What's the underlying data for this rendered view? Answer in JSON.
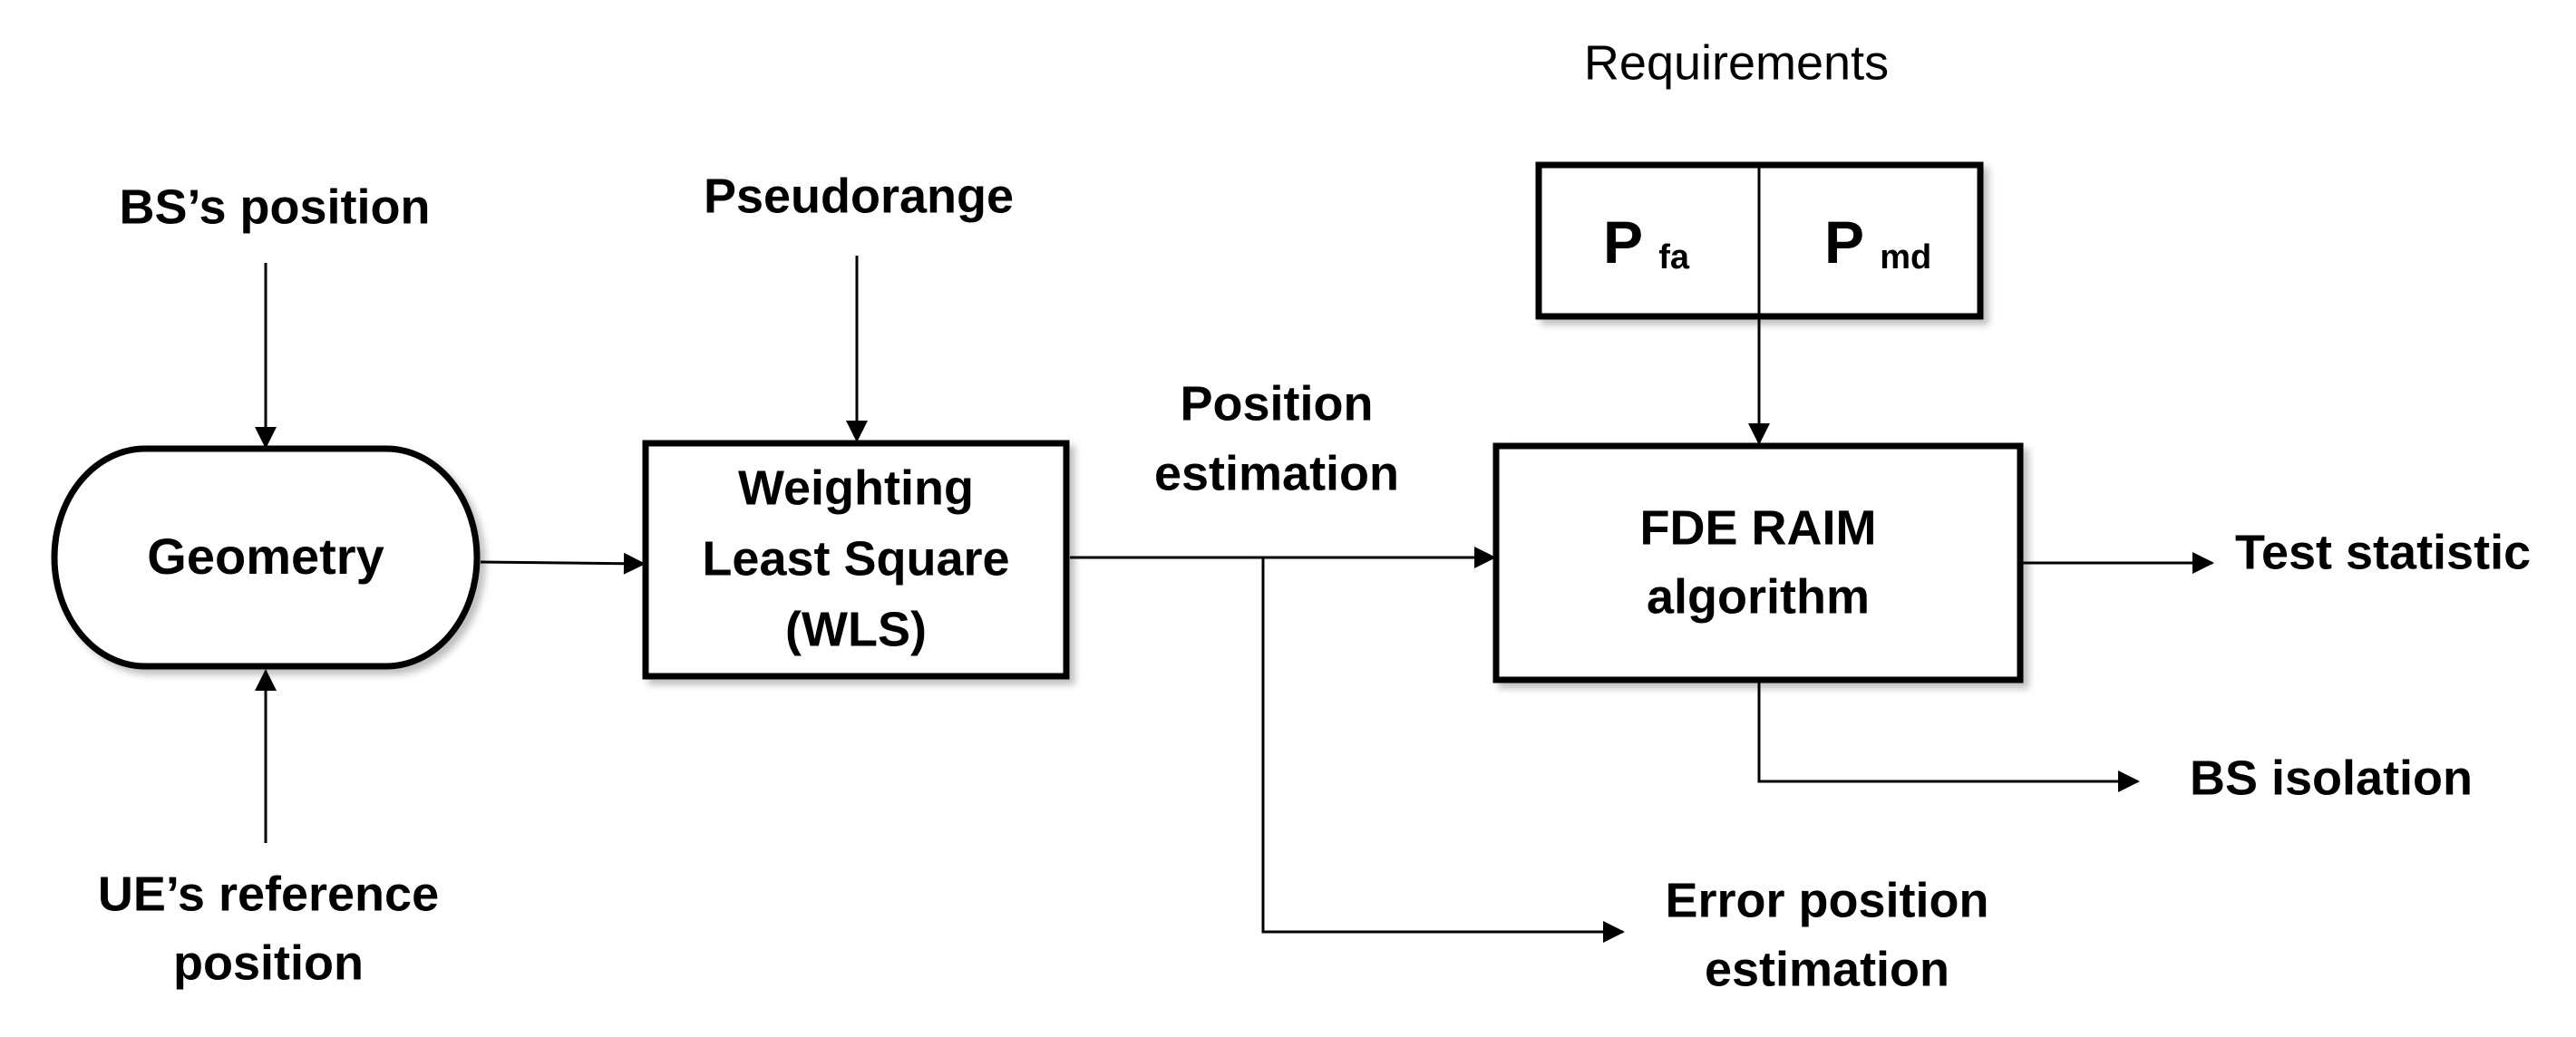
{
  "inputs": {
    "bs_position": "BS’s position",
    "pseudorange": "Pseudorange",
    "ue_reference": [
      "UE’s reference",
      "position"
    ]
  },
  "requirements": {
    "title": "Requirements",
    "pfa": {
      "main": "P",
      "sub": "fa"
    },
    "pmd": {
      "main": "P",
      "sub": "md"
    }
  },
  "blocks": {
    "geometry": "Geometry",
    "wls": [
      "Weighting",
      "Least Square",
      "(WLS)"
    ],
    "raim": [
      "FDE RAIM",
      "algorithm"
    ]
  },
  "edge_labels": {
    "position_estimation": [
      "Position",
      "estimation"
    ]
  },
  "outputs": {
    "test_statistic": "Test statistic",
    "bs_isolation": "BS isolation",
    "error_position": [
      "Error position",
      "estimation"
    ]
  }
}
